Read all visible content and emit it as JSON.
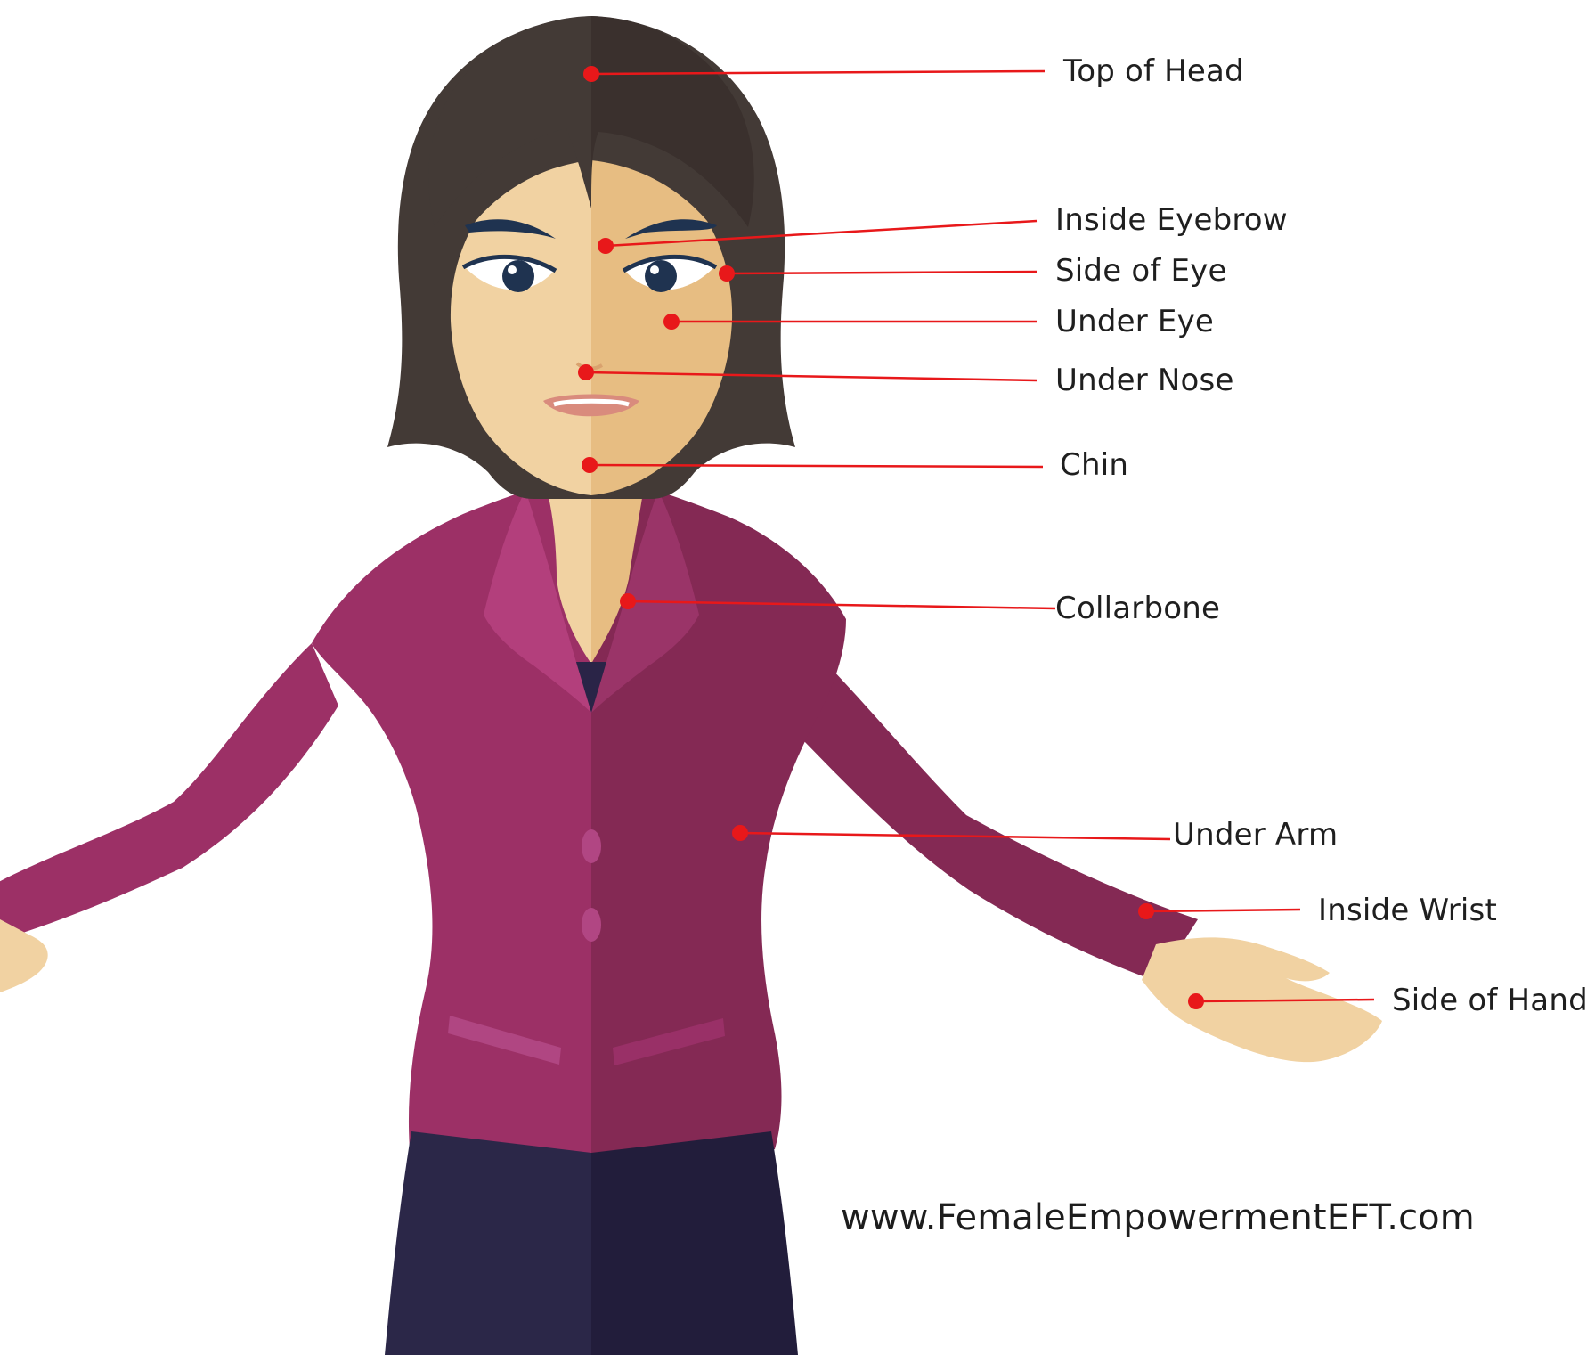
{
  "points": [
    {
      "key": "top_head",
      "label": "Top of Head"
    },
    {
      "key": "inside_eyebrow",
      "label": "Inside Eyebrow"
    },
    {
      "key": "side_eye",
      "label": "Side of Eye"
    },
    {
      "key": "under_eye",
      "label": "Under Eye"
    },
    {
      "key": "under_nose",
      "label": "Under Nose"
    },
    {
      "key": "chin",
      "label": "Chin"
    },
    {
      "key": "collarbone",
      "label": "Collarbone"
    },
    {
      "key": "under_arm",
      "label": "Under Arm"
    },
    {
      "key": "inside_wrist",
      "label": "Inside Wrist"
    },
    {
      "key": "side_hand",
      "label": "Side of Hand"
    }
  ],
  "website": "www.FemaleEmpowermentEFT.com",
  "colors": {
    "hair_left": "#433a36",
    "hair_right": "#3a302d",
    "skin_left": "#f1d2a2",
    "skin_right": "#e7bd82",
    "jacket_left": "#9c3066",
    "jacket_right": "#842954",
    "lapel": "#b33f7c",
    "pants_left": "#2b2748",
    "pants_right": "#221d3b",
    "marker": "#e8181a",
    "eye": "#1f3350",
    "lips": "#d98b7d"
  }
}
